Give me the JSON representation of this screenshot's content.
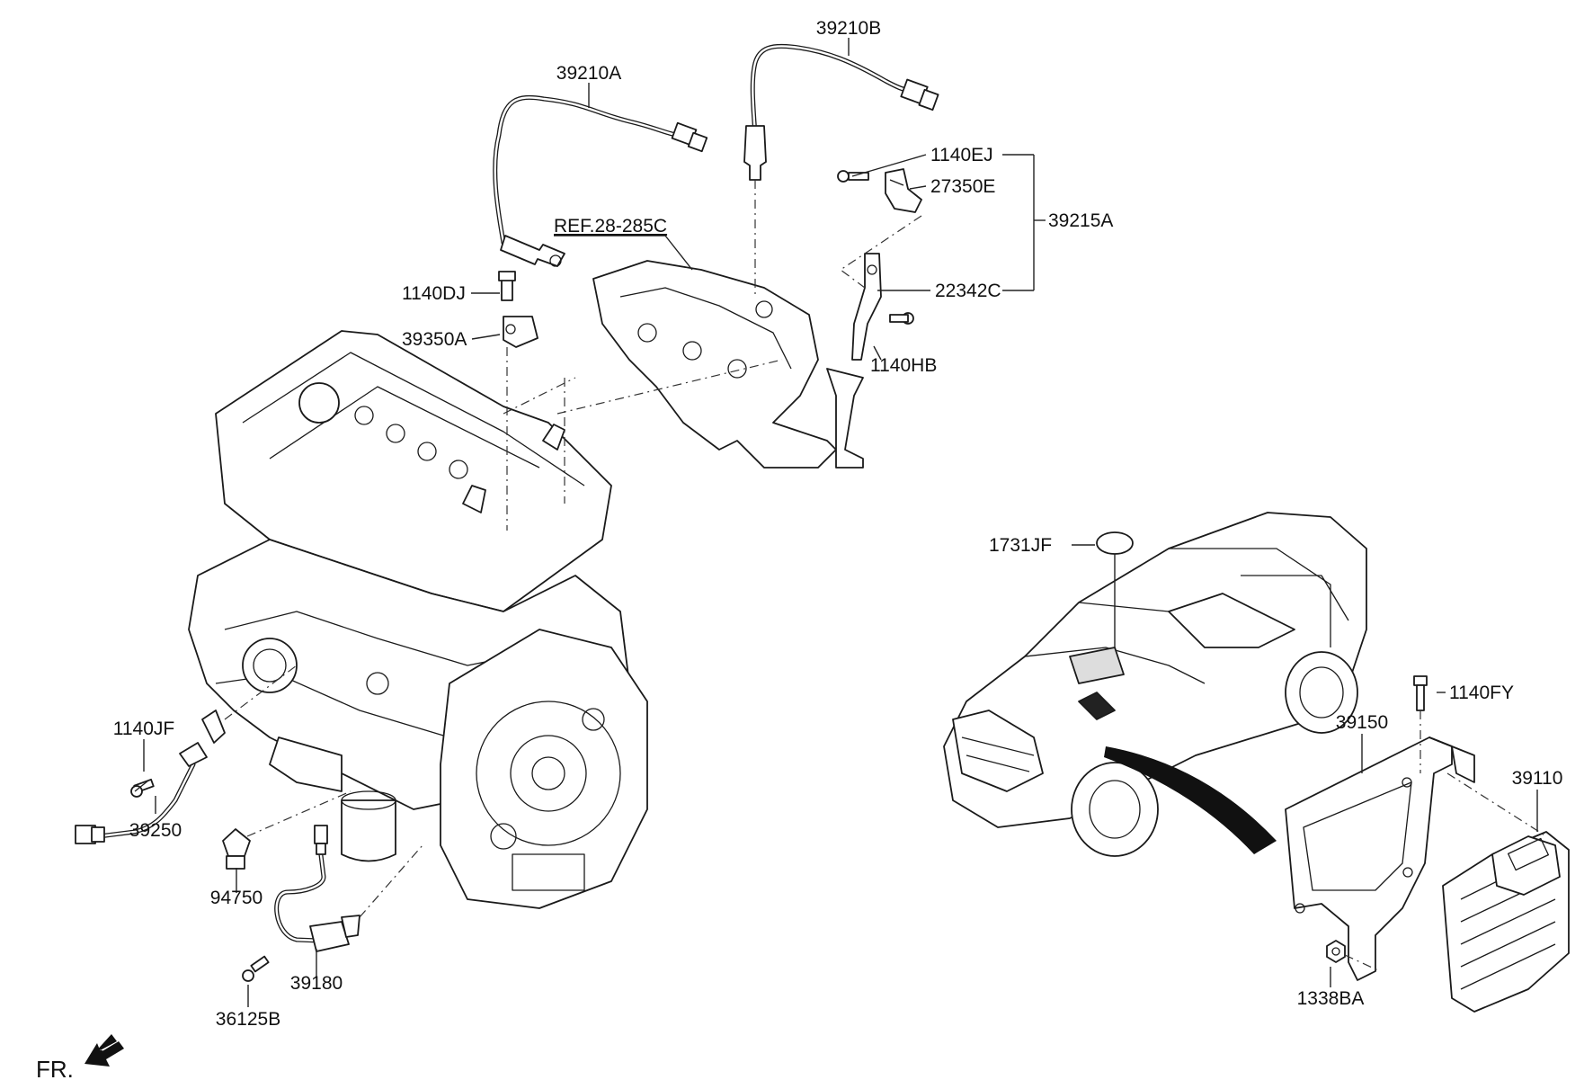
{
  "labels": {
    "39210B": "39210B",
    "39210A": "39210A",
    "1140EJ": "1140EJ",
    "27350E": "27350E",
    "39215A": "39215A",
    "REF_28_285C": "REF.28-285C",
    "22342C": "22342C",
    "1140DJ": "1140DJ",
    "39350A": "39350A",
    "1140HB": "1140HB",
    "1731JF": "1731JF",
    "1140FY": "1140FY",
    "39150": "39150",
    "39110": "39110",
    "1140JF": "1140JF",
    "39250": "39250",
    "94750": "94750",
    "39180": "39180",
    "36125B": "36125B",
    "1338BA": "1338BA",
    "FR": "FR."
  },
  "icons": {
    "front_direction": "arrow-left-down-icon"
  }
}
